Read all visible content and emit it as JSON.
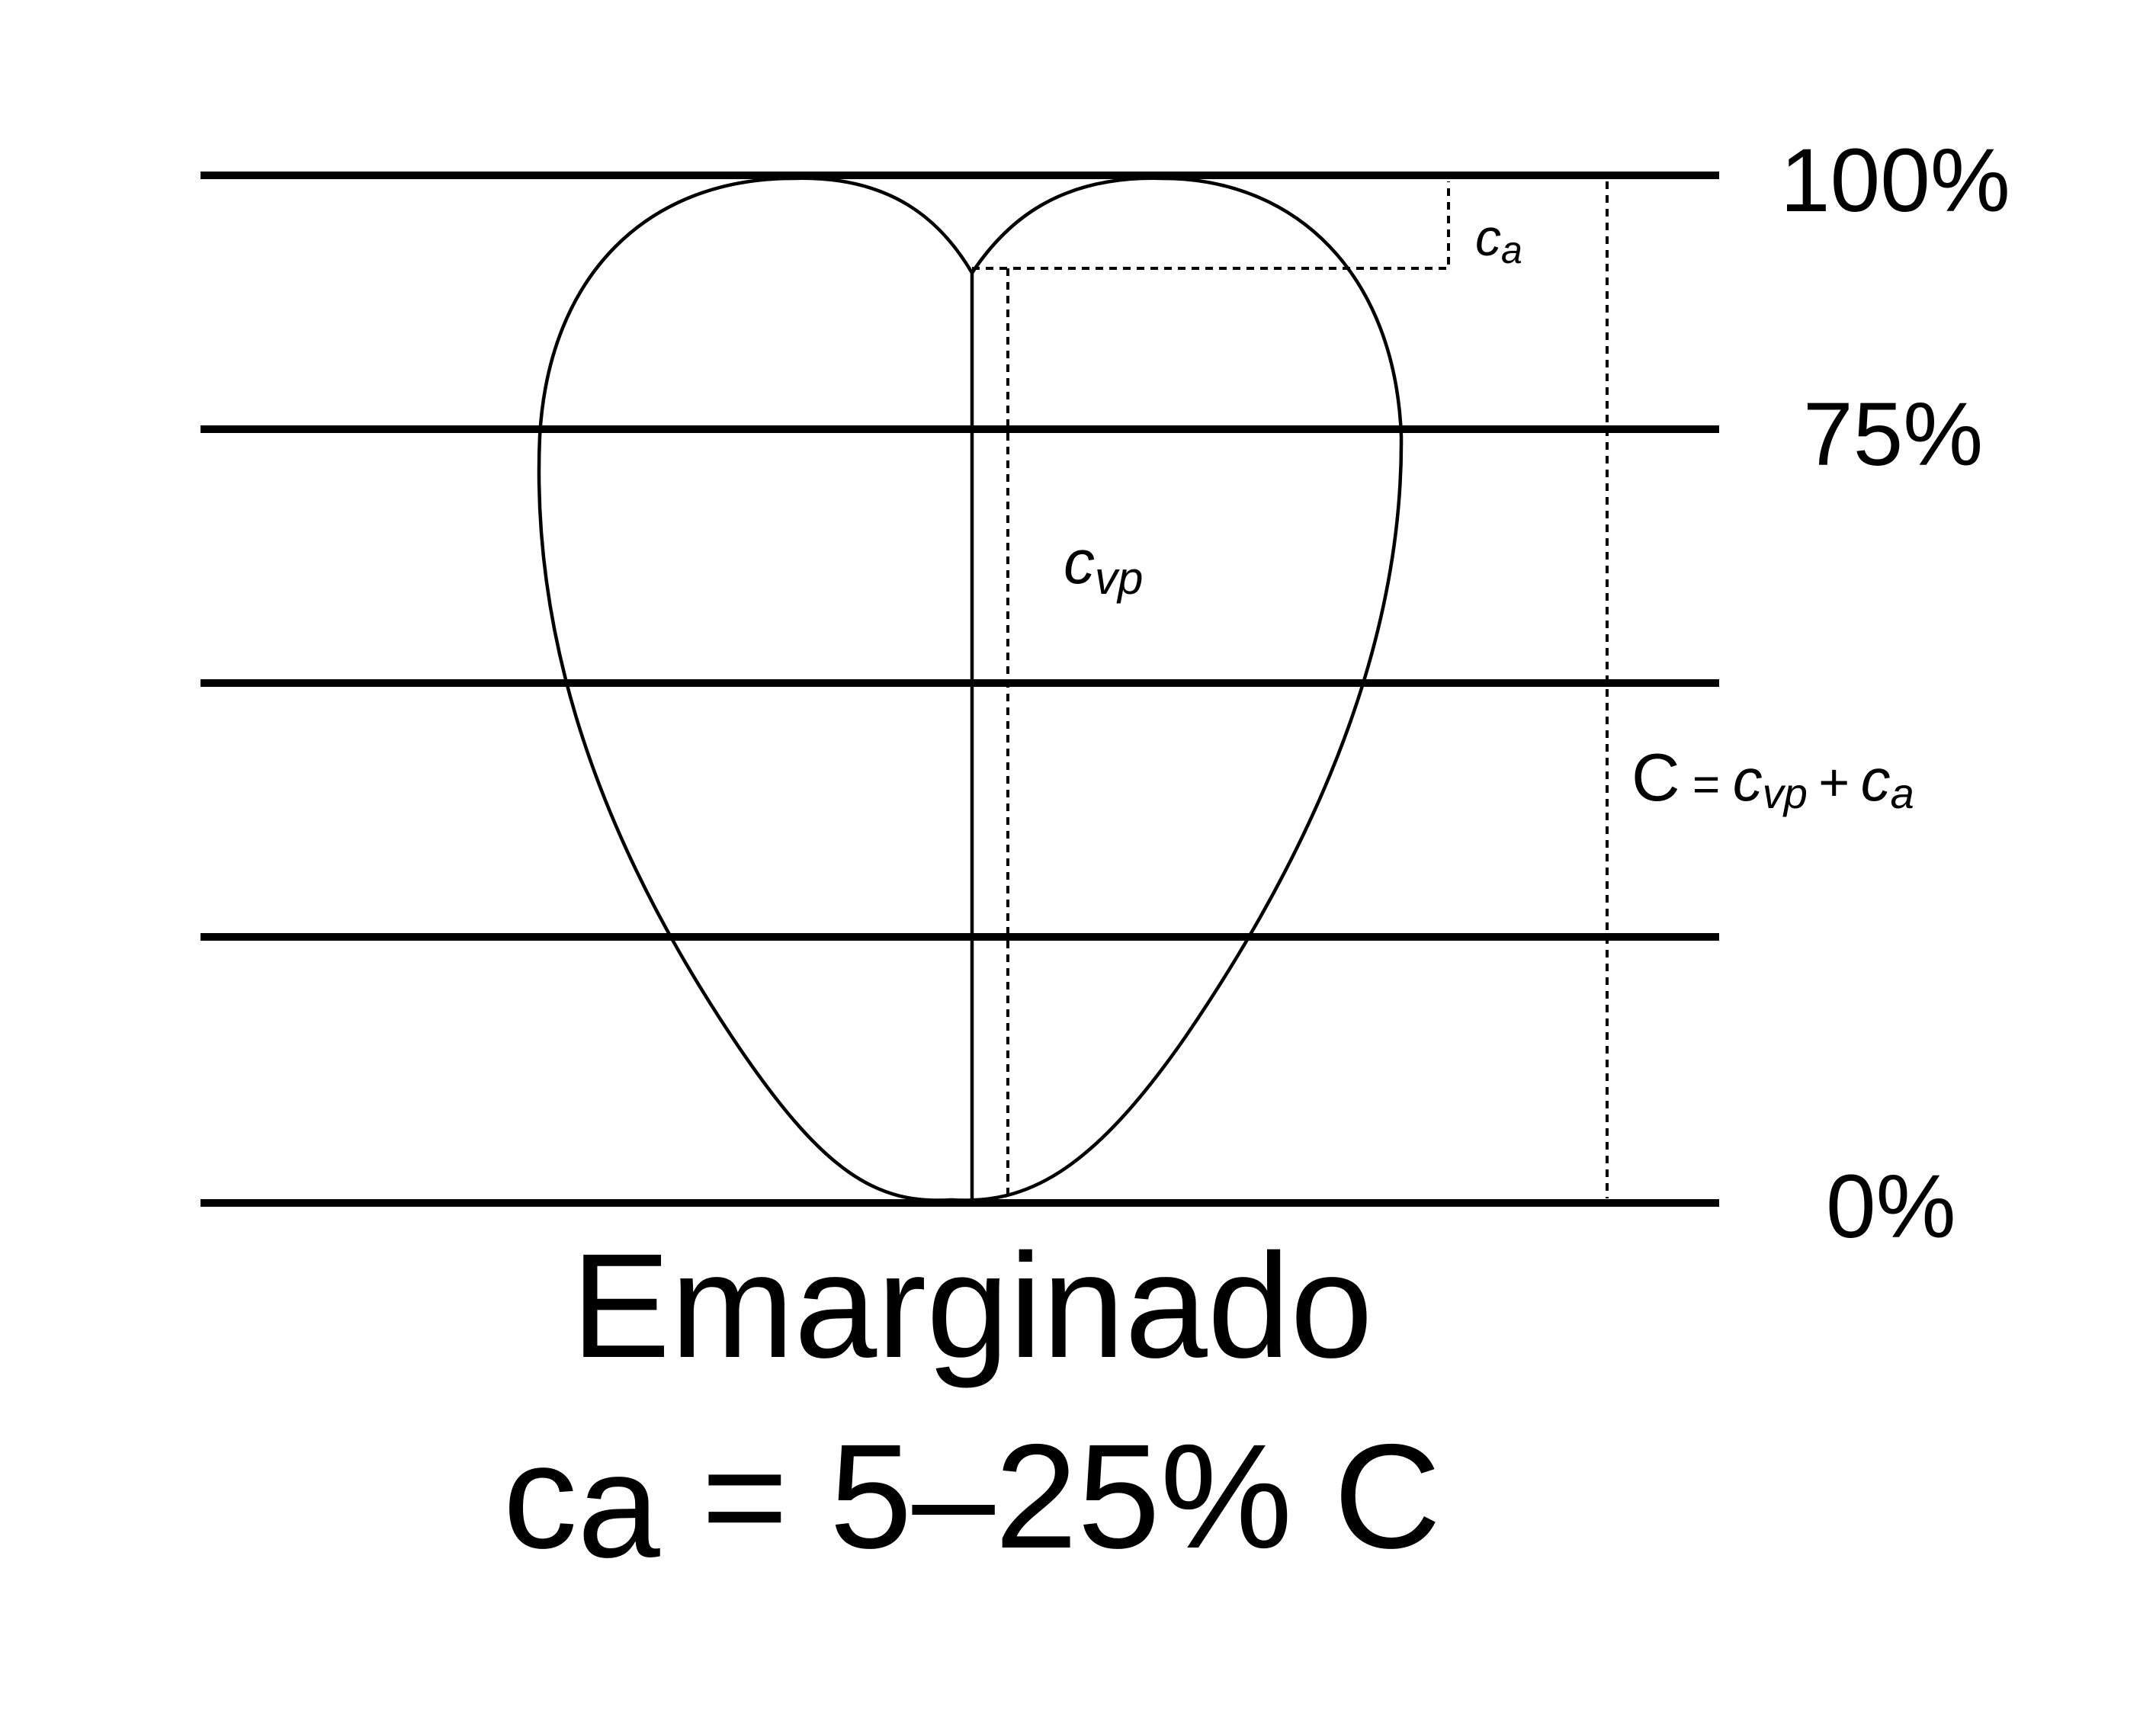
{
  "levels": {
    "top": "100%",
    "upper": "75%",
    "bottom": "0%"
  },
  "labels": {
    "ca_base": "c",
    "ca_sub": "a",
    "cvp_base": "c",
    "cvp_sub": "vp",
    "total_lhs": "C",
    "equals": "=",
    "plus": "+"
  },
  "caption": {
    "title": "Emarginado",
    "formula_base": "c",
    "formula_sub": "a",
    "formula_rest": " = 5–25% C"
  },
  "colors": {
    "ink": "#000000",
    "background": "#ffffff"
  }
}
